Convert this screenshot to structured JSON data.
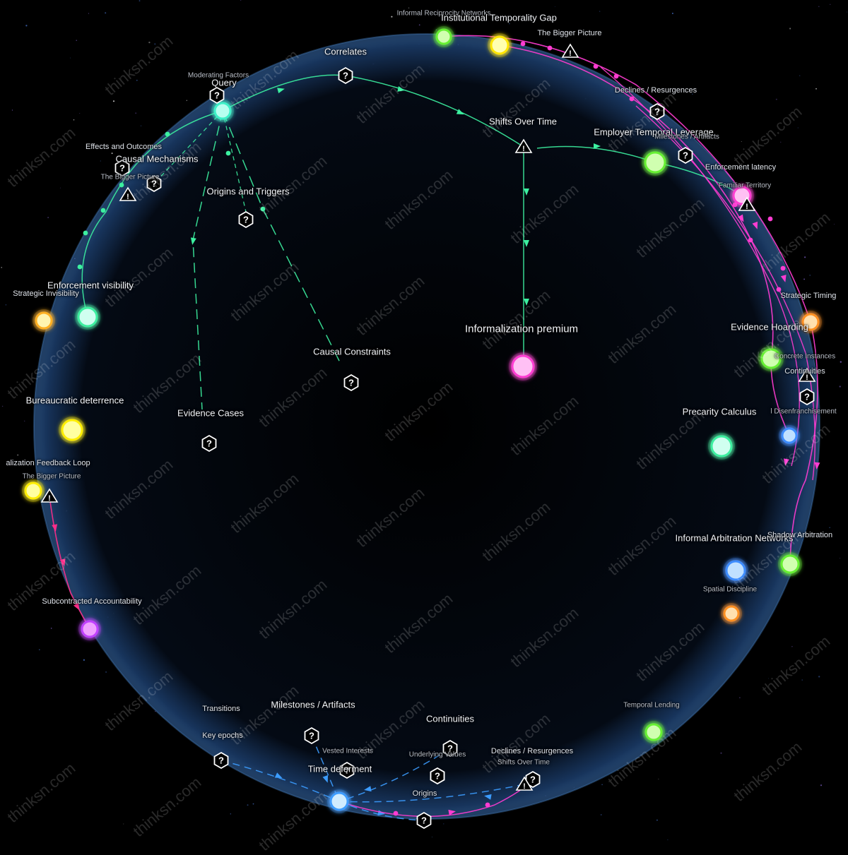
{
  "colors": {
    "green": "#3cf0a0",
    "magenta": "#ff3cd2",
    "blue": "#3c9cff",
    "pink": "#ff2d8a",
    "sphere_edge": "#3a6fb0"
  },
  "watermark": "thinksn.com",
  "nodes": [
    {
      "id": "query",
      "label": "Query",
      "size": "mid",
      "color": "#b8fff0",
      "glow": "#3cf0c8",
      "r": 11
    },
    {
      "id": "informalization-premium",
      "label": "Informalization premium",
      "size": "big",
      "color": "#ffc0f4",
      "glow": "#ff3cd2",
      "r": 15
    },
    {
      "id": "enforcement-visibility",
      "label": "Enforcement visibility",
      "size": "mid",
      "color": "#d0fff0",
      "glow": "#3cf0a0",
      "r": 13
    },
    {
      "id": "strategic-invisibility",
      "label": "Strategic Invisibility",
      "size": "small",
      "color": "#fff4b0",
      "glow": "#ffb020",
      "r": 11
    },
    {
      "id": "bureaucratic-deterrence",
      "label": "Bureaucratic deterrence",
      "size": "mid",
      "color": "#ffffa0",
      "glow": "#ffee00",
      "r": 14
    },
    {
      "id": "feedback-loop",
      "label": "alization Feedback Loop",
      "size": "small",
      "color": "#ffffa0",
      "glow": "#ffee00",
      "r": 11
    },
    {
      "id": "subcontracted-accountability",
      "label": "Subcontracted Accountability",
      "size": "small",
      "color": "#f0a0ff",
      "glow": "#c040ff",
      "r": 11
    },
    {
      "id": "informal-reciprocity",
      "label": "Informal Reciprocity Networks",
      "size": "tiny",
      "color": "#d0ffb0",
      "glow": "#66f030",
      "r": 10
    },
    {
      "id": "institutional-gap",
      "label": "Institutional Temporality Gap",
      "size": "mid",
      "color": "#ffffb0",
      "glow": "#ffe600",
      "r": 12
    },
    {
      "id": "employer-leverage",
      "label": "Employer Temporal Leverage",
      "size": "mid",
      "color": "#d0ffb0",
      "glow": "#66f030",
      "r": 14
    },
    {
      "id": "enforcement-latency",
      "label": "Enforcement latency",
      "size": "small",
      "color": "#ffc0f4",
      "glow": "#ff3cd2",
      "r": 12
    },
    {
      "id": "strategic-timing",
      "label": "Strategic Timing",
      "size": "small",
      "color": "#ffe0b0",
      "glow": "#ff9020",
      "r": 11
    },
    {
      "id": "evidence-hoarding",
      "label": "Evidence Hoarding",
      "size": "mid",
      "color": "#d0ffb0",
      "glow": "#66f030",
      "r": 13
    },
    {
      "id": "precarity-calculus",
      "label": "Precarity Calculus",
      "size": "mid",
      "color": "#d0fff0",
      "glow": "#3cf0a0",
      "r": 14
    },
    {
      "id": "legal-disenfranchisement",
      "label": "l Disenfranchisement",
      "size": "tiny",
      "color": "#c0e0ff",
      "glow": "#3c8cff",
      "r": 10
    },
    {
      "id": "informal-arbitration",
      "label": "Informal Arbitration Networks",
      "size": "mid",
      "color": "#c0e0ff",
      "glow": "#3c8cff",
      "r": 13
    },
    {
      "id": "shadow-arbitration",
      "label": "Shadow Arbitration",
      "size": "small",
      "color": "#d0ffb0",
      "glow": "#66f030",
      "r": 12
    },
    {
      "id": "spatial-discipline",
      "label": "Spatial Discipline",
      "size": "tiny",
      "color": "#ffe0b0",
      "glow": "#ff9020",
      "r": 10
    },
    {
      "id": "temporal-lending",
      "label": "Temporal Lending",
      "size": "tiny",
      "color": "#d0ffb0",
      "glow": "#66f030",
      "r": 11
    },
    {
      "id": "time-deferment",
      "label": "Time deferment",
      "size": "mid",
      "color": "#d0ecff",
      "glow": "#3c9cff",
      "r": 12
    }
  ],
  "markers": [
    {
      "id": "correlates",
      "label": "Correlates",
      "kind": "q"
    },
    {
      "id": "moderating-factors",
      "label": "Moderating Factors",
      "kind": "q"
    },
    {
      "id": "shifts-over-time",
      "label": "Shifts Over Time",
      "kind": "warn"
    },
    {
      "id": "effects-outcomes",
      "label": "Effects and Outcomes",
      "kind": "q"
    },
    {
      "id": "causal-mechanisms",
      "label": "Causal Mechanisms",
      "kind": "q"
    },
    {
      "id": "bigger-picture-left",
      "label": "The Bigger Picture",
      "kind": "warn"
    },
    {
      "id": "origins-triggers",
      "label": "Origins and Triggers",
      "kind": "q"
    },
    {
      "id": "causal-constraints",
      "label": "Causal Constraints",
      "kind": "q"
    },
    {
      "id": "evidence-cases",
      "label": "Evidence Cases",
      "kind": "q"
    },
    {
      "id": "bigger-picture-top",
      "label": "The Bigger Picture",
      "kind": "warn"
    },
    {
      "id": "declines-resurgences-top",
      "label": "Declines / Resurgences",
      "kind": "q"
    },
    {
      "id": "milestones-artifacts-top",
      "label": "Milestones / Artifacts",
      "kind": "q"
    },
    {
      "id": "familiar-territory",
      "label": "Familiar Territory",
      "kind": "warn"
    },
    {
      "id": "concrete-instances",
      "label": "Concrete Instances",
      "kind": "warn"
    },
    {
      "id": "continuities-right",
      "label": "Continuities",
      "kind": "q"
    },
    {
      "id": "bigger-picture-bl",
      "label": "The Bigger Picture",
      "kind": "warn"
    },
    {
      "id": "transitions",
      "label": "Transitions",
      "kind": "none"
    },
    {
      "id": "key-epochs",
      "label": "Key epochs",
      "kind": "q"
    },
    {
      "id": "milestones-artifacts",
      "label": "Milestones / Artifacts",
      "kind": "q"
    },
    {
      "id": "vested-interests",
      "label": "Vested Interests",
      "kind": "q"
    },
    {
      "id": "continuities",
      "label": "Continuities",
      "kind": "q"
    },
    {
      "id": "underlying-values",
      "label": "Underlying Values",
      "kind": "q"
    },
    {
      "id": "declines-resurgences",
      "label": "Declines / Resurgences",
      "kind": "q"
    },
    {
      "id": "shifts-over-time-b",
      "label": "Shifts Over Time",
      "kind": "warn"
    },
    {
      "id": "origins",
      "label": "Origins",
      "kind": "q"
    },
    {
      "id": "origins-q2",
      "label": "",
      "kind": "q"
    }
  ]
}
